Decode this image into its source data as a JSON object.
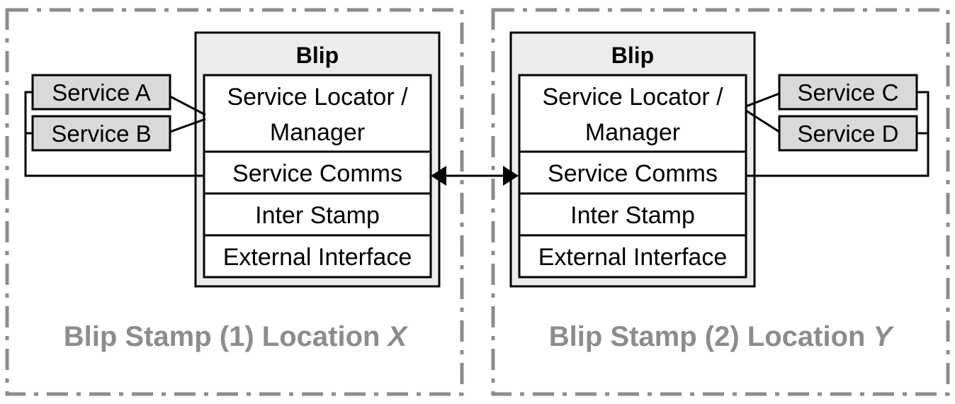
{
  "colors": {
    "stamp_border": "#8c8c8c",
    "blip_fill": "#ececec",
    "service_fill": "#d9d9d9",
    "caption": "#8c8c8c",
    "line": "#000000"
  },
  "stamps": [
    {
      "caption_prefix": "Blip Stamp (1) Location ",
      "caption_var": "X",
      "blip": {
        "title": "Blip",
        "components": [
          "Service Locator /",
          "Manager",
          "Service Comms",
          "Inter Stamp",
          "External Interface"
        ]
      },
      "services": [
        "Service A",
        "Service B"
      ]
    },
    {
      "caption_prefix": "Blip Stamp (2) Location ",
      "caption_var": "Y",
      "blip": {
        "title": "Blip",
        "components": [
          "Service Locator /",
          "Manager",
          "Service Comms",
          "Inter Stamp",
          "External Interface"
        ]
      },
      "services": [
        "Service C",
        "Service D"
      ]
    }
  ],
  "connection": {
    "type": "bidirectional-arrow",
    "from": "Service Comms",
    "to": "Service Comms"
  }
}
